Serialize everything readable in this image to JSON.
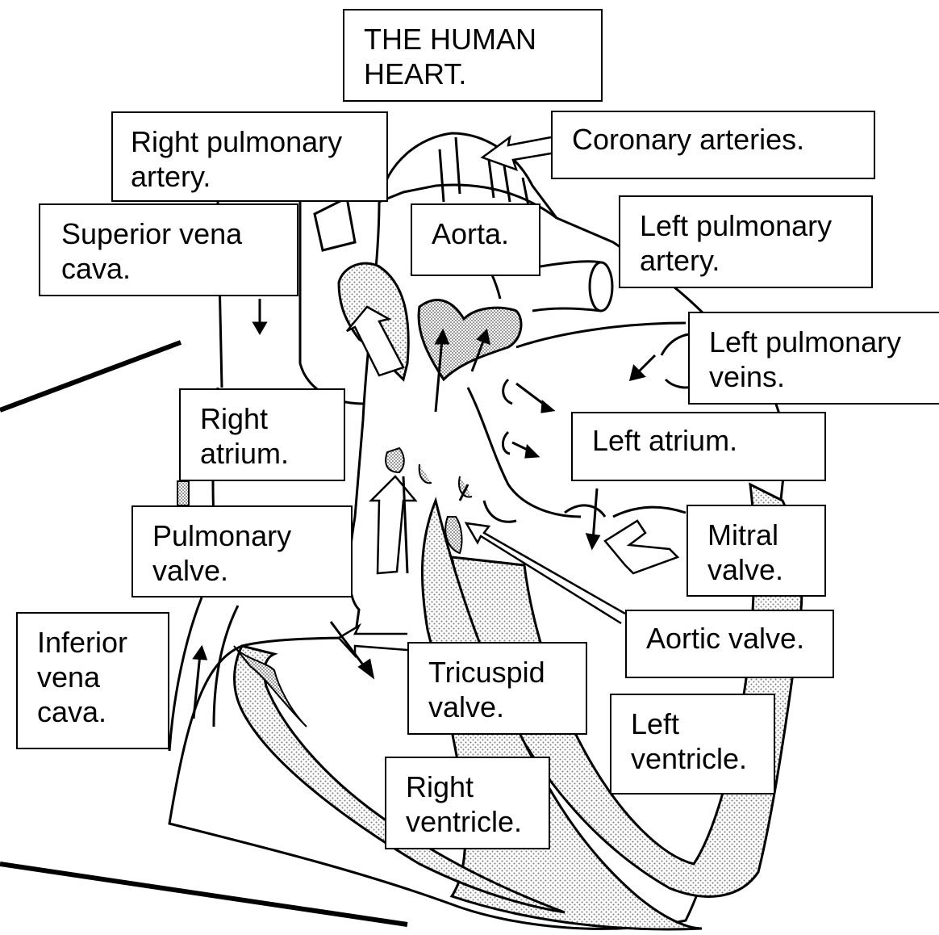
{
  "diagram": {
    "title": "THE HUMAN\nHEART.",
    "labels": {
      "right_pulmonary_artery": "Right pulmonary\nartery.",
      "coronary_arteries": "Coronary arteries.",
      "superior_vena_cava": "Superior vena\ncava.",
      "aorta": "Aorta.",
      "left_pulmonary_artery": "Left pulmonary\nartery.",
      "left_pulmonary_veins": "Left pulmonary\nveins.",
      "right_atrium": "Right\natrium.",
      "left_atrium": "Left atrium.",
      "pulmonary_valve": "Pulmonary\nvalve.",
      "mitral_valve": "Mitral\nvalve.",
      "inferior_vena_cava": "Inferior\nvena\ncava.",
      "aortic_valve": "Aortic valve.",
      "tricuspid_valve": "Tricuspid\nvalve.",
      "left_ventricle": "Left\nventricle.",
      "right_ventricle": "Right\nventricle."
    },
    "colors": {
      "ink": "#000000",
      "paper": "#ffffff",
      "muscle_stipple": "#9a9a9a"
    }
  }
}
